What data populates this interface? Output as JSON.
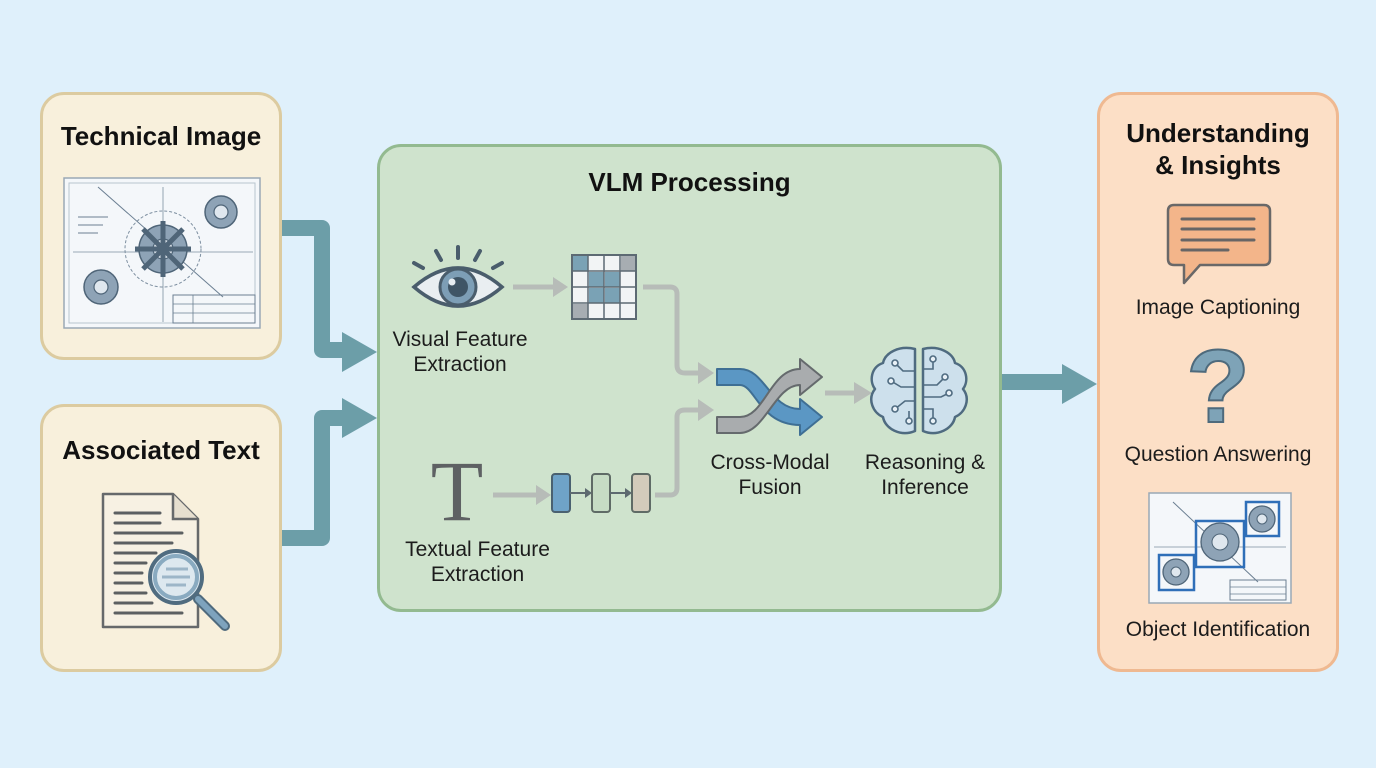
{
  "inputs": {
    "technical_image": {
      "title": "Technical Image",
      "icon": "blueprint-gears-icon"
    },
    "associated_text": {
      "title": "Associated Text",
      "icon": "document-magnifier-icon"
    }
  },
  "vlm": {
    "title": "VLM Processing",
    "visual": {
      "label_line1": "Visual Feature",
      "label_line2": "Extraction",
      "icon": "eye-icon"
    },
    "textual": {
      "label_line1": "Textual Feature",
      "label_line2": "Extraction",
      "icon": "serif-t-icon",
      "glyph": "T"
    },
    "fusion": {
      "label_line1": "Cross-Modal",
      "label_line2": "Fusion",
      "icon": "crossing-arrows-icon"
    },
    "reasoning": {
      "label_line1": "Reasoning &",
      "label_line2": "Inference",
      "icon": "circuit-brain-icon"
    }
  },
  "outputs": {
    "title_line1": "Understanding",
    "title_line2": "& Insights",
    "items": [
      {
        "label": "Image Captioning",
        "icon": "speech-bubble-icon"
      },
      {
        "label": "Question Answering",
        "icon": "question-mark-icon",
        "glyph": "?"
      },
      {
        "label": "Object Identification",
        "icon": "blueprint-detection-icon"
      }
    ]
  },
  "colors": {
    "background": "#dff0fb",
    "flow_arrow": "#6c9ea8",
    "inner_arrow": "#b9bfbb",
    "accent_blue": "#5b97c4"
  }
}
